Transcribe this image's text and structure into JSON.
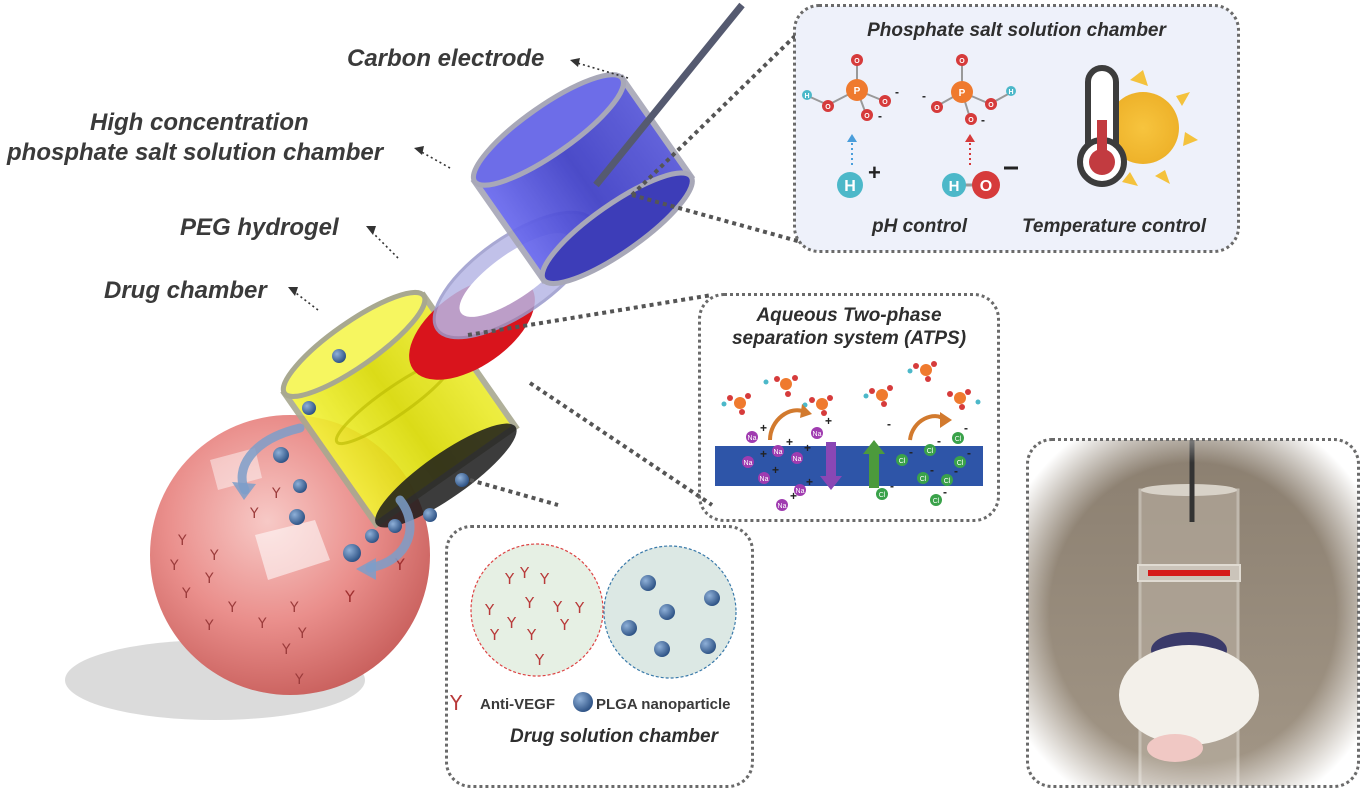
{
  "labels": {
    "carbon_electrode": "Carbon electrode",
    "high_conc_line1": "High concentration",
    "high_conc_line2": "phosphate salt solution chamber",
    "peg_hydrogel": "PEG hydrogel",
    "drug_chamber": "Drug chamber"
  },
  "phosphate_panel": {
    "title": "Phosphate salt solution chamber",
    "ph_label": "pH control",
    "temp_label": "Temperature control",
    "atoms": {
      "p": "P",
      "o": "O",
      "h": "H",
      "plus": "+",
      "minus": "-"
    }
  },
  "atps_panel": {
    "title_line1": "Aqueous Two-phase",
    "title_line2": "separation system (ATPS)",
    "na": "Na",
    "cl": "Cl"
  },
  "drug_panel": {
    "title": "Drug solution chamber",
    "legend_antibody": "Anti-VEGF",
    "legend_nanoparticle": "PLGA nanoparticle"
  },
  "colors": {
    "electrode_blue": "#4a4ad0",
    "hydrogel_red": "#d9141c",
    "drug_yellow": "#e6e600",
    "eye_pink": "#e88a88",
    "panel_bg": "#eef1fa",
    "phosphorus": "#ef7a2e",
    "oxygen": "#d63b3b",
    "hydrogen": "#4cb8c9",
    "sodium": "#a03cb0",
    "chloride": "#3aa24a"
  }
}
